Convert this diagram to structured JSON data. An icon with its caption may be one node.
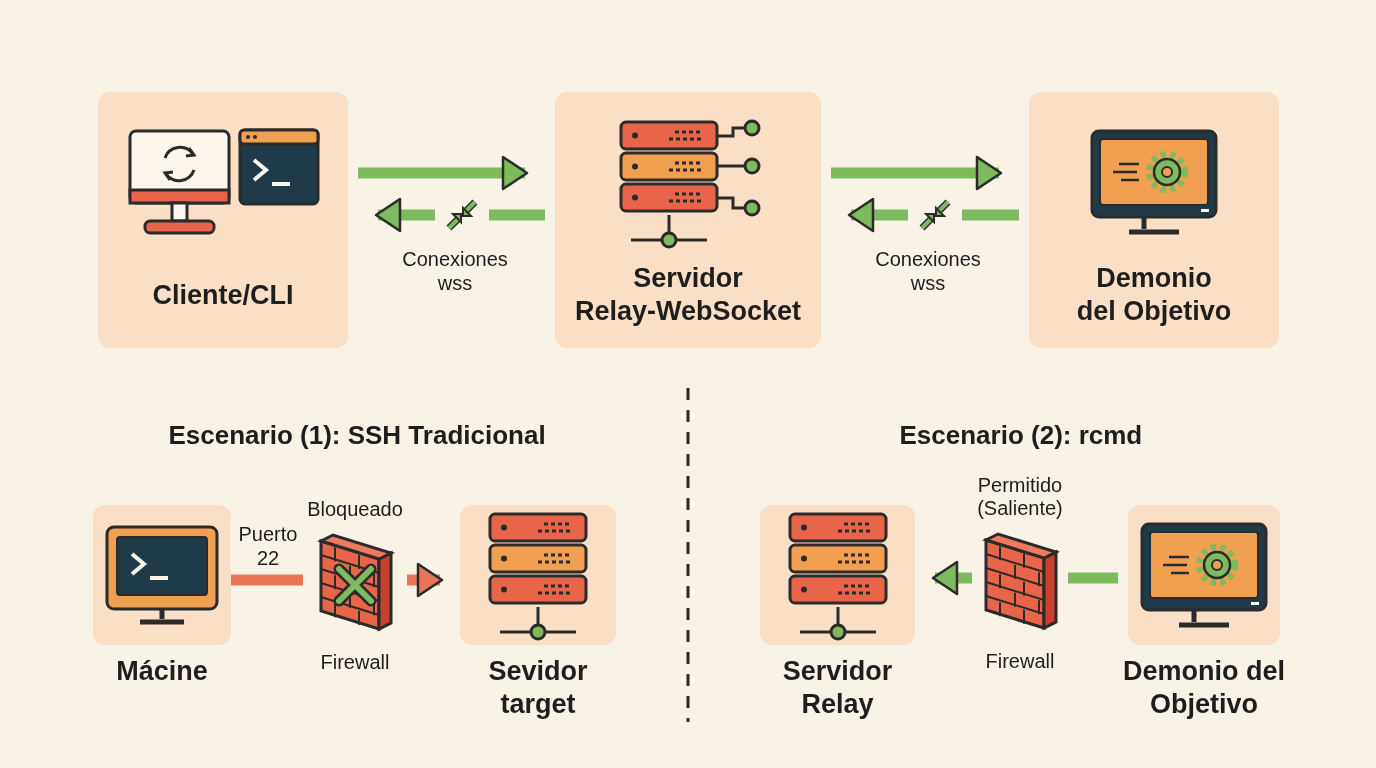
{
  "diagram": {
    "nodes": [
      {
        "text": [
          "Cliente/CLI"
        ]
      },
      {
        "text": [
          "Servidor Relay-WebSocket"
        ]
      },
      {
        "text": [
          "Demonio del Objetivo"
        ]
      },
      {
        "text": [
          "Mácine"
        ]
      },
      {
        "text": [
          "Bloqueado",
          "Firewall"
        ]
      },
      {
        "text": [
          "Sevidor target"
        ]
      },
      {
        "text": [
          "Servidor Relay"
        ]
      },
      {
        "text": [
          "Permitido (Saliente)",
          "Firewall"
        ]
      },
      {
        "text": [
          "Demonio del Objetivo"
        ]
      }
    ],
    "edges": [
      {
        "from": 0,
        "to": 1,
        "arrow": "to"
      },
      {
        "from": 1,
        "to": 0,
        "arrow": "to",
        "label": "Conexiones wss"
      },
      {
        "from": 1,
        "to": 2,
        "arrow": "to"
      },
      {
        "from": 2,
        "to": 1,
        "arrow": "to",
        "label": "Conexiones wss"
      },
      {
        "from": 3,
        "to": 4,
        "arrow": "none",
        "label": "Puerto 22",
        "color": "#e8775a"
      },
      {
        "from": 4,
        "to": 5,
        "arrow": "to",
        "color": "#e8775a"
      },
      {
        "from": 8,
        "to": 7,
        "arrow": "none"
      },
      {
        "from": 7,
        "to": 6,
        "arrow": "to"
      }
    ],
    "labels": [
      "Escenario (1): SSH Tradicional",
      "Escenario (2): rcmd"
    ]
  }
}
